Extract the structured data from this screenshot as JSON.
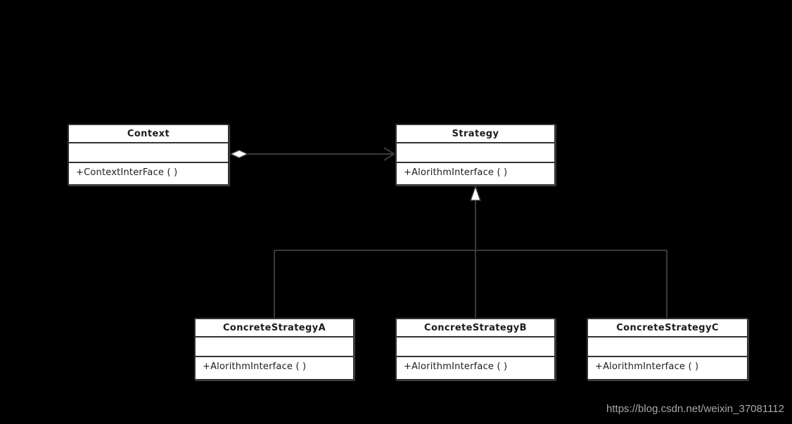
{
  "classes": [
    {
      "name": "Context",
      "attributes_text": "",
      "methods_text": "+ContextInterFace ( )"
    },
    {
      "name": "Strategy",
      "attributes_text": "",
      "methods_text": "+AlorithmInterface ( )"
    },
    {
      "name": "ConcreteStrategyA",
      "attributes_text": "",
      "methods_text": "+AlorithmInterface ( )"
    },
    {
      "name": "ConcreteStrategyB",
      "attributes_text": "",
      "methods_text": "+AlorithmInterface ( )"
    },
    {
      "name": "ConcreteStrategyC",
      "attributes_text": "",
      "methods_text": "+AlorithmInterface ( )"
    }
  ],
  "relationships": [
    {
      "type": "aggregation",
      "from": "Context",
      "to": "Strategy",
      "from_marker": "hollow-diamond",
      "to_marker": "open-arrow"
    },
    {
      "type": "generalization",
      "from": "ConcreteStrategyA",
      "to": "Strategy",
      "to_marker": "hollow-triangle"
    },
    {
      "type": "generalization",
      "from": "ConcreteStrategyB",
      "to": "Strategy",
      "to_marker": "hollow-triangle"
    },
    {
      "type": "generalization",
      "from": "ConcreteStrategyC",
      "to": "Strategy",
      "to_marker": "hollow-triangle"
    }
  ],
  "watermark": {
    "text": "https://blog.csdn.net/weixin_37081112"
  },
  "colors": {
    "background": "#000000",
    "box_fill": "#ffffff",
    "box_border": "#333333",
    "box_text": "#1c1c1c",
    "connector": "#3a3a3a",
    "watermark_text": "#a8a8a8"
  }
}
